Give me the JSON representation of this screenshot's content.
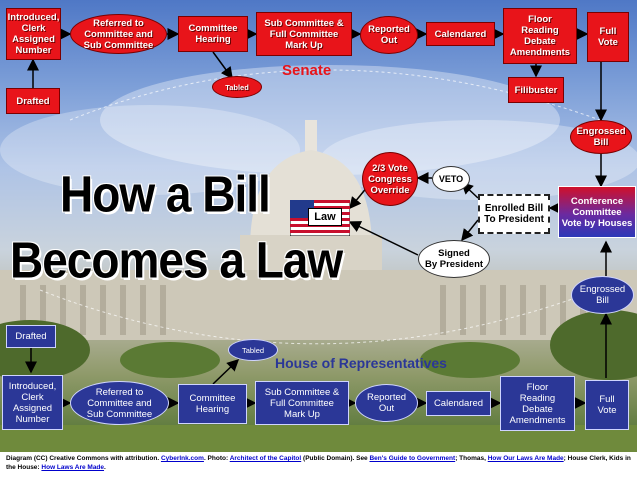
{
  "title": {
    "line1": "How a Bill",
    "line2": "Becomes a Law"
  },
  "senate": {
    "label": "Senate",
    "drafted": "Drafted",
    "introduced": "Introduced,\nClerk\nAssigned\nNumber",
    "referred": "Referred to\nCommittee and\nSub Committee",
    "committee_hearing": "Committee\nHearing",
    "tabled": "Tabled",
    "subcommittee_markup": "Sub Committee &\nFull Committee\nMark Up",
    "reported_out": "Reported\nOut",
    "calendared": "Calendared",
    "floor": "Floor\nReading\nDebate\nAmendments",
    "filibuster": "Filibuster",
    "full_vote": "Full\nVote",
    "engrossed_bill": "Engrossed\nBill"
  },
  "center": {
    "conference_committee": "Conference\nCommittee\nVote by Houses",
    "enrolled_bill": "Enrolled Bill\nTo President",
    "veto": "VETO",
    "override": "2/3 Vote\nCongress\nOverride",
    "signed": "Signed\nBy President",
    "law": "Law"
  },
  "house": {
    "label": "House of Representatives",
    "drafted": "Drafted",
    "introduced": "Introduced,\nClerk\nAssigned\nNumber",
    "referred": "Referred to\nCommittee and\nSub Committee",
    "committee_hearing": "Committee\nHearing",
    "tabled": "Tabled",
    "subcommittee_markup": "Sub Committee &\nFull Committee\nMark Up",
    "reported_out": "Reported\nOut",
    "calendared": "Calendared",
    "floor": "Floor\nReading\nDebate\nAmendments",
    "full_vote": "Full\nVote",
    "engrossed_bill": "Engrossed\nBill"
  },
  "footer": {
    "t1": "Diagram (CC) Creative Commons with attribution. ",
    "l1": "Cyberlnk.com",
    "t2": ".  Photo: ",
    "l2": "Architect of the Capitol",
    "t3": " (Public Domain).  See ",
    "l3": "Ben's Guide to Government",
    "t4": "; Thomas, ",
    "l4": "How Our Laws Are Made",
    "t5": "; House Clerk, Kids in the House: ",
    "l5": "How Laws Are Made",
    "t6": "."
  },
  "colors": {
    "senate_red": "#e8141a",
    "house_blue": "#2b3797",
    "senate_label": "#e8141a",
    "house_label": "#2b3797"
  }
}
